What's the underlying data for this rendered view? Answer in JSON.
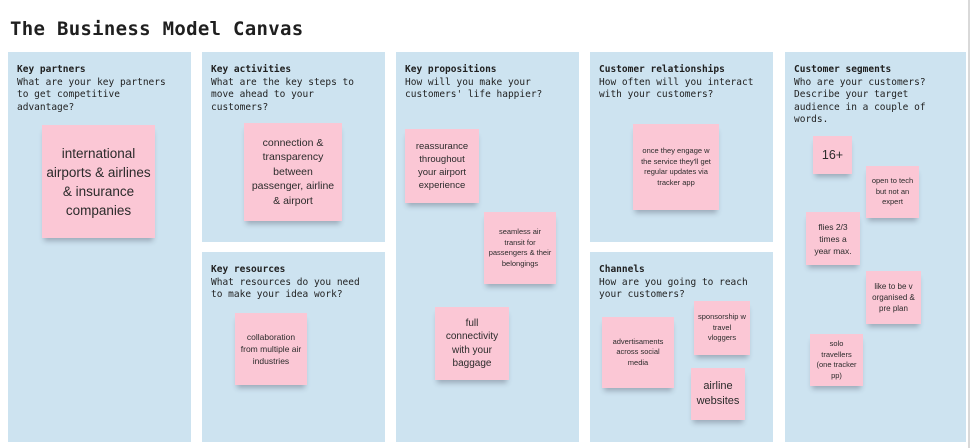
{
  "canvas": {
    "title": "The Business Model Canvas"
  },
  "panels": {
    "key_partners": {
      "title": "Key partners",
      "question": "What are your key partners\nto get competitive\nadvantage?",
      "notes": [
        "international airports & airlines & insurance companies"
      ]
    },
    "key_activities": {
      "title": "Key activities",
      "question": "What are the key steps to\nmove ahead to your\ncustomers?",
      "notes": [
        "connection & transparency between passenger, airline & airport"
      ]
    },
    "key_resources": {
      "title": "Key resources",
      "question": "What resources do you need\nto make your idea work?",
      "notes": [
        "collaboration from multiple air industries"
      ]
    },
    "key_propositions": {
      "title": "Key propositions",
      "question": "How will you make your\ncustomers' life happier?",
      "notes": [
        "reassurance throughout your airport experience",
        "seamless air transit for passengers & their belongings",
        "full connectivity with your baggage"
      ]
    },
    "customer_relationships": {
      "title": "Customer relationships",
      "question": "How often will you interact\nwith your customers?",
      "notes": [
        "once they engage w the service they'll get regular updates via tracker app"
      ]
    },
    "channels": {
      "title": "Channels",
      "question": "How are you going to reach\nyour customers?",
      "notes": [
        "advertisaments across social media",
        "sponsorship w travel vloggers",
        "airline websites"
      ]
    },
    "customer_segments": {
      "title": "Customer segments",
      "question": "Who are your customers?\nDescribe your target\naudience in a couple of\nwords.",
      "notes": [
        "16+",
        "open to tech but not an expert",
        "flies 2/3 times a year max.",
        "like to be v organised & pre plan",
        "solo travellers (one tracker pp)"
      ]
    }
  },
  "colors": {
    "panel_bg": "#cde3f0",
    "note_bg": "#fbc7d5"
  }
}
